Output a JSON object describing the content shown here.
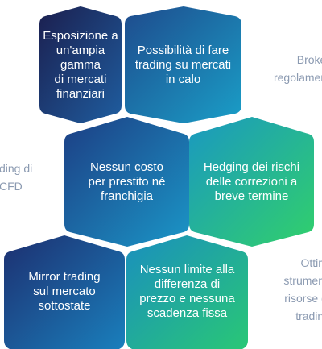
{
  "hexes": [
    {
      "id": "hex-1",
      "lines": [
        "Esposizione a",
        "un'ampia gamma",
        "di mercati",
        "finanziari"
      ]
    },
    {
      "id": "hex-2",
      "lines": [
        "Possibilità di fare",
        "trading su mercati",
        "in calo"
      ]
    },
    {
      "id": "hex-3",
      "lines": [
        "Nessun costo",
        "per prestito né",
        "franchigia"
      ]
    },
    {
      "id": "hex-4",
      "lines": [
        "Hedging dei rischi",
        "delle correzioni a",
        "breve termine"
      ]
    },
    {
      "id": "hex-5",
      "lines": [
        "Mirror trading",
        "sul mercato",
        "sottostate"
      ]
    },
    {
      "id": "hex-6",
      "lines": [
        "Nessun limite alla",
        "differenza di",
        "prezzo e nessuna",
        "scadenza fissa"
      ]
    }
  ],
  "side_labels": {
    "left": [
      "ding di",
      "CFD"
    ],
    "right_top": [
      "Broker",
      "regolament"
    ],
    "right_bottom": [
      "Ottimi",
      "strumenti",
      "risorse di",
      "trading"
    ]
  },
  "colors": {
    "navy": "#1a2457",
    "blue": "#1f74b7",
    "teal": "#1fb0ab",
    "green": "#28c765",
    "side_text": "#8b9ab1"
  }
}
